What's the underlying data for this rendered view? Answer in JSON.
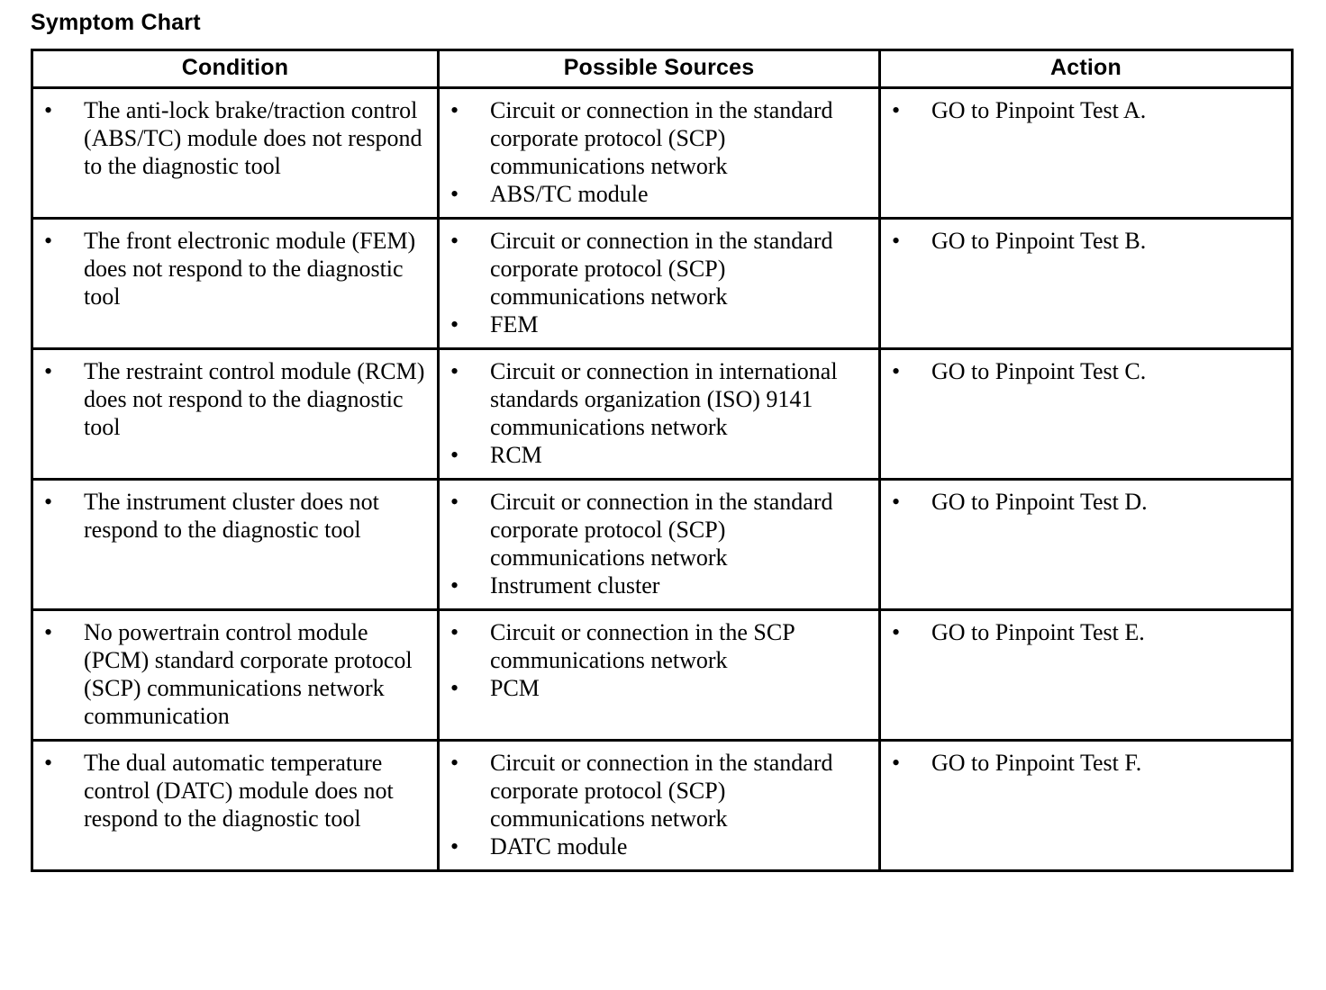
{
  "document": {
    "title": "Symptom Chart"
  },
  "table": {
    "headers": [
      {
        "label": "Condition"
      },
      {
        "label": "Possible Sources"
      },
      {
        "label": "Action"
      }
    ],
    "bullet_glyph": "•",
    "rows": [
      {
        "condition": [
          "The anti-lock brake/traction control (ABS/TC) module does not respond to the diagnostic tool"
        ],
        "possible_sources": [
          "Circuit or connection in the standard corporate protocol (SCP) communications network",
          "ABS/TC module"
        ],
        "action": [
          "GO to Pinpoint Test A."
        ]
      },
      {
        "condition": [
          "The front electronic module (FEM) does not respond to the diagnostic tool"
        ],
        "possible_sources": [
          "Circuit or connection in the standard corporate protocol (SCP) communications network",
          "FEM"
        ],
        "action": [
          "GO to Pinpoint Test B."
        ]
      },
      {
        "condition": [
          "The restraint control module (RCM) does not respond to the diagnostic tool"
        ],
        "possible_sources": [
          "Circuit or connection in international standards organization (ISO) 9141 communications network",
          "RCM"
        ],
        "action": [
          "GO to Pinpoint Test C."
        ]
      },
      {
        "condition": [
          "The instrument cluster does not respond to the diagnostic tool"
        ],
        "possible_sources": [
          "Circuit or connection in the standard corporate protocol (SCP) communications network",
          "Instrument cluster"
        ],
        "action": [
          "GO to Pinpoint Test D."
        ]
      },
      {
        "condition": [
          "No powertrain control module (PCM) standard corporate protocol (SCP) communications network communication"
        ],
        "possible_sources": [
          "Circuit or connection in the SCP communications network",
          "PCM"
        ],
        "action": [
          "GO to Pinpoint Test E."
        ]
      },
      {
        "condition": [
          "The dual automatic temperature control (DATC) module does not respond to the diagnostic tool"
        ],
        "possible_sources": [
          "Circuit or connection in the standard corporate protocol (SCP) communications network",
          "DATC module"
        ],
        "action": [
          "GO to Pinpoint Test F."
        ]
      }
    ]
  },
  "colors": {
    "text": "#000000",
    "border": "#000000",
    "background": "#ffffff"
  }
}
